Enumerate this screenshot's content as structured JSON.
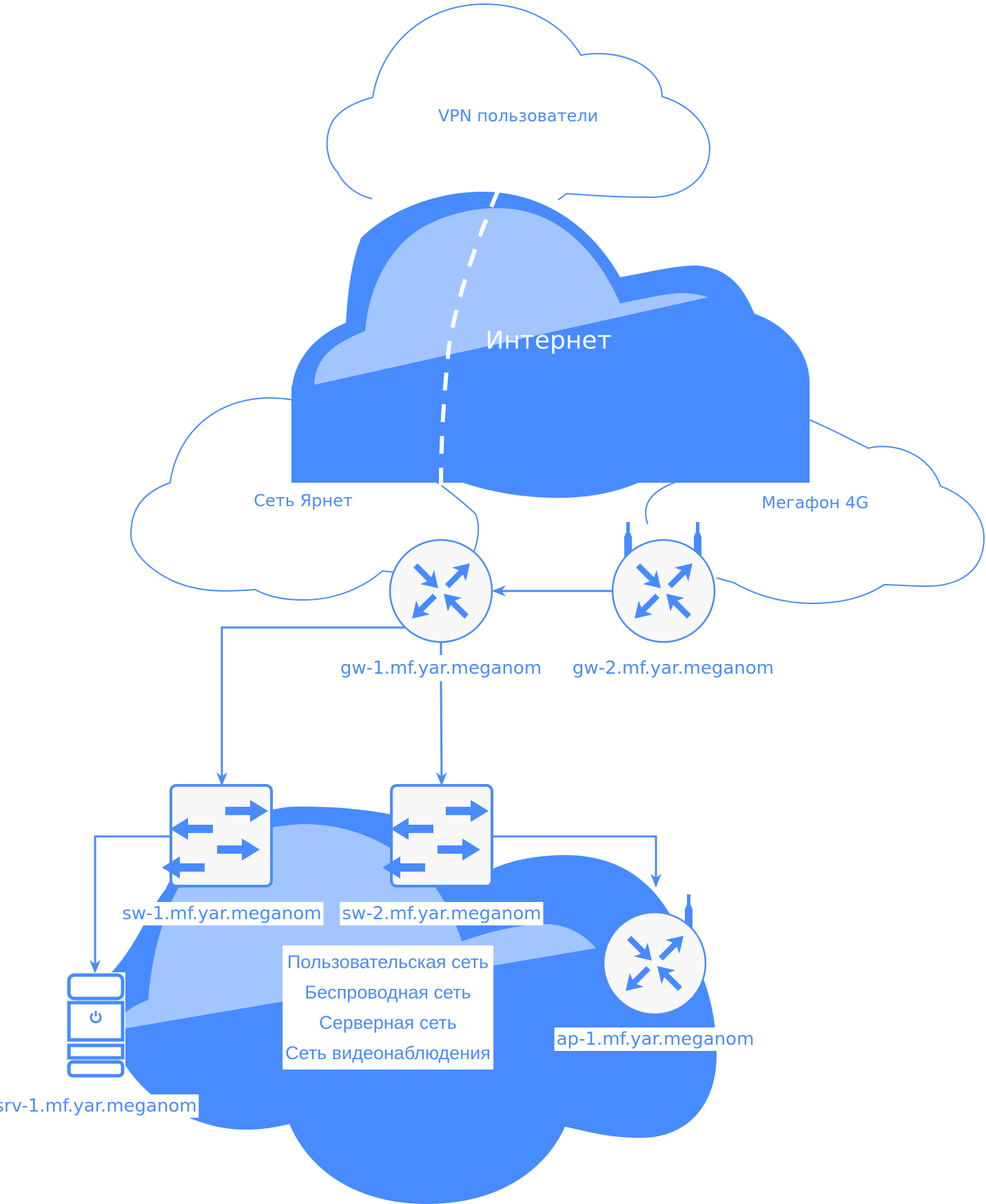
{
  "diagram": {
    "title": "Network topology",
    "colors": {
      "primary": "#478bff",
      "light": "#a3c5ff",
      "stroke": "#4a8cf7",
      "device_fill": "#f8f8f8",
      "background": "#ffffff"
    },
    "clouds": {
      "vpn": {
        "label": "VPN пользователи",
        "style": "outline"
      },
      "internet": {
        "label": "Интернет",
        "style": "filled"
      },
      "yarnet": {
        "label": "Сеть Ярнет",
        "style": "outline"
      },
      "megafon": {
        "label": "Мегафон 4G",
        "style": "outline"
      },
      "lan": {
        "label": "",
        "style": "filled"
      }
    },
    "devices": {
      "gw1": {
        "label": "gw-1.mf.yar.meganom",
        "type": "router",
        "icon": "router-icon"
      },
      "gw2": {
        "label": "gw-2.mf.yar.meganom",
        "type": "wireless-router",
        "icon": "wireless-router-icon"
      },
      "sw1": {
        "label": "sw-1.mf.yar.meganom",
        "type": "switch",
        "icon": "switch-icon"
      },
      "sw2": {
        "label": "sw-2.mf.yar.meganom",
        "type": "switch",
        "icon": "switch-icon"
      },
      "ap1": {
        "label": "ap-1.mf.yar.meganom",
        "type": "wireless-router",
        "icon": "wireless-router-icon"
      },
      "srv1": {
        "label": "srv-1.mf.yar.meganom",
        "type": "server",
        "icon": "server-icon"
      }
    },
    "segments": [
      "Пользовательская сеть",
      "Беспроводная сеть",
      "Серверная сеть",
      "Сеть видеонаблюдения"
    ],
    "links": [
      {
        "from": "gw2",
        "to": "gw1",
        "style": "arrow"
      },
      {
        "from": "gw1",
        "to": "sw1",
        "style": "arrow"
      },
      {
        "from": "gw1",
        "to": "sw2",
        "style": "arrow"
      },
      {
        "from": "sw1",
        "to": "srv1",
        "style": "arrow"
      },
      {
        "from": "sw2",
        "to": "ap1",
        "style": "arrow"
      },
      {
        "from": "vpn",
        "to": "gw1",
        "style": "dashed-tunnel"
      }
    ]
  }
}
